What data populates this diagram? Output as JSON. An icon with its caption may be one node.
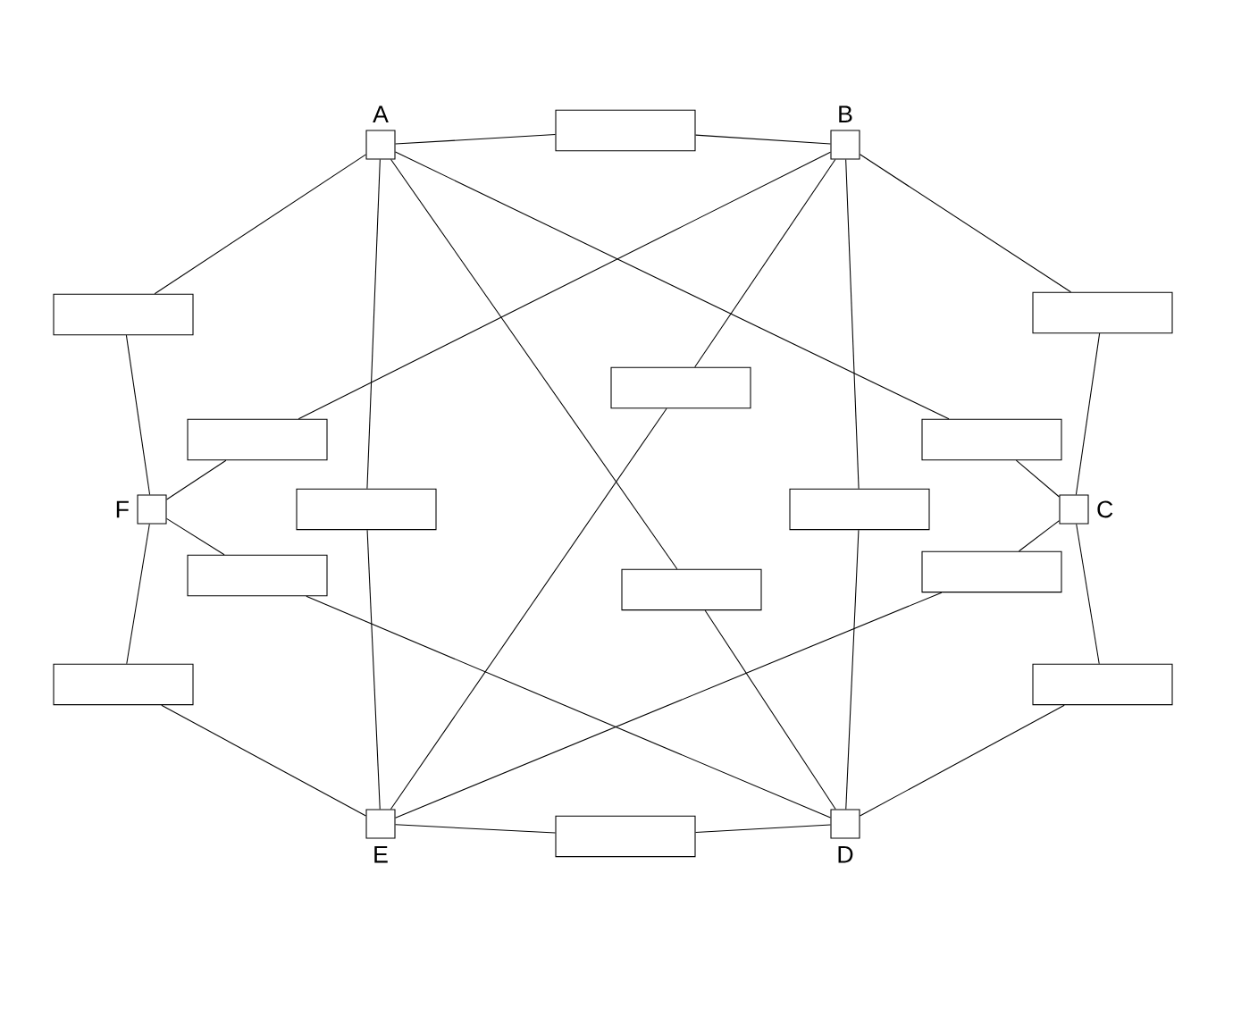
{
  "diagram": {
    "nodes": [
      {
        "text": [
          "A"
        ]
      },
      {
        "text": [],
        "shape": "box"
      },
      {
        "text": [
          "B"
        ]
      },
      {
        "text": [],
        "shape": "box"
      },
      {
        "text": [],
        "shape": "box"
      },
      {
        "text": [],
        "shape": "box"
      },
      {
        "text": [],
        "shape": "box"
      },
      {
        "text": [],
        "shape": "box"
      },
      {
        "text": [
          "F"
        ]
      },
      {
        "text": [],
        "shape": "box"
      },
      {
        "text": [],
        "shape": "box"
      },
      {
        "text": [
          "C"
        ]
      },
      {
        "text": [],
        "shape": "box"
      },
      {
        "text": [],
        "shape": "box"
      },
      {
        "text": [],
        "shape": "box"
      },
      {
        "text": [],
        "shape": "box"
      },
      {
        "text": [],
        "shape": "box"
      },
      {
        "text": [
          "E"
        ]
      },
      {
        "text": [],
        "shape": "box"
      },
      {
        "text": [
          "D"
        ]
      }
    ],
    "edges": [
      {
        "from": 0,
        "to": 1,
        "arrow": "none"
      },
      {
        "from": 1,
        "to": 2,
        "arrow": "none"
      },
      {
        "from": 0,
        "to": 3,
        "arrow": "none"
      },
      {
        "from": 3,
        "to": 8,
        "arrow": "none"
      },
      {
        "from": 2,
        "to": 4,
        "arrow": "none"
      },
      {
        "from": 4,
        "to": 11,
        "arrow": "none"
      },
      {
        "from": 2,
        "to": 5,
        "arrow": "none"
      },
      {
        "from": 5,
        "to": 17,
        "arrow": "none"
      },
      {
        "from": 2,
        "to": 6,
        "arrow": "none"
      },
      {
        "from": 6,
        "to": 8,
        "arrow": "none"
      },
      {
        "from": 0,
        "to": 7,
        "arrow": "none"
      },
      {
        "from": 7,
        "to": 11,
        "arrow": "none"
      },
      {
        "from": 0,
        "to": 9,
        "arrow": "none"
      },
      {
        "from": 9,
        "to": 17,
        "arrow": "none"
      },
      {
        "from": 2,
        "to": 10,
        "arrow": "none"
      },
      {
        "from": 10,
        "to": 19,
        "arrow": "none"
      },
      {
        "from": 8,
        "to": 12,
        "arrow": "none"
      },
      {
        "from": 12,
        "to": 19,
        "arrow": "none"
      },
      {
        "from": 17,
        "to": 13,
        "arrow": "none"
      },
      {
        "from": 13,
        "to": 11,
        "arrow": "none"
      },
      {
        "from": 0,
        "to": 14,
        "arrow": "none"
      },
      {
        "from": 14,
        "to": 19,
        "arrow": "none"
      },
      {
        "from": 8,
        "to": 15,
        "arrow": "none"
      },
      {
        "from": 15,
        "to": 17,
        "arrow": "none"
      },
      {
        "from": 11,
        "to": 16,
        "arrow": "none"
      },
      {
        "from": 16,
        "to": 19,
        "arrow": "none"
      },
      {
        "from": 17,
        "to": 18,
        "arrow": "none"
      },
      {
        "from": 18,
        "to": 19,
        "arrow": "none"
      }
    ]
  }
}
